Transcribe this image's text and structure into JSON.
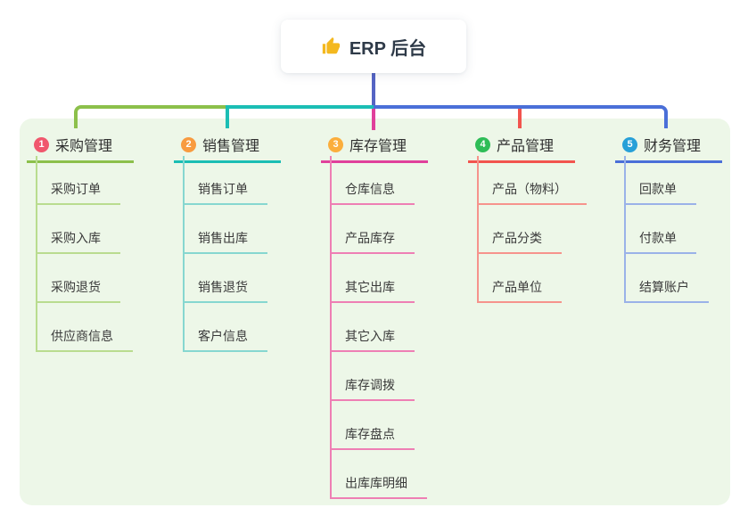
{
  "root": {
    "label": "ERP 后台",
    "icon": "thumbs-up-icon",
    "icon_color": "#F4B81F"
  },
  "connector": {
    "root_line_color": "#5564C4"
  },
  "palette": {
    "panel_bg": "#EDF7E8",
    "card_bg": "#FFFFFF",
    "header_text": "#2F2F2F",
    "child_text": "#3A3A3A"
  },
  "branches": [
    {
      "badge": "1",
      "label": "采购管理",
      "badge_color": "#F0576D",
      "line_color": "#8CC04B",
      "child_line_color": "#B9DC8F",
      "children": [
        "采购订单",
        "采购入库",
        "采购退货",
        "供应商信息"
      ]
    },
    {
      "badge": "2",
      "label": "销售管理",
      "badge_color": "#F89B40",
      "line_color": "#1BBEB4",
      "child_line_color": "#86D7D0",
      "children": [
        "销售订单",
        "销售出库",
        "销售退货",
        "客户信息"
      ]
    },
    {
      "badge": "3",
      "label": "库存管理",
      "badge_color": "#FBAE3C",
      "line_color": "#E0409B",
      "child_line_color": "#EE7FB4",
      "children": [
        "仓库信息",
        "产品库存",
        "其它出库",
        "其它入库",
        "库存调拨",
        "库存盘点",
        "出库库明细"
      ]
    },
    {
      "badge": "4",
      "label": "产品管理",
      "badge_color": "#2EBD57",
      "line_color": "#F2544E",
      "child_line_color": "#F6938C",
      "children": [
        "产品（物料）",
        "产品分类",
        "产品单位"
      ]
    },
    {
      "badge": "5",
      "label": "财务管理",
      "badge_color": "#27A0D8",
      "line_color": "#4A6FD8",
      "child_line_color": "#9AB2E8",
      "children": [
        "回款单",
        "付款单",
        "结算账户"
      ]
    }
  ]
}
